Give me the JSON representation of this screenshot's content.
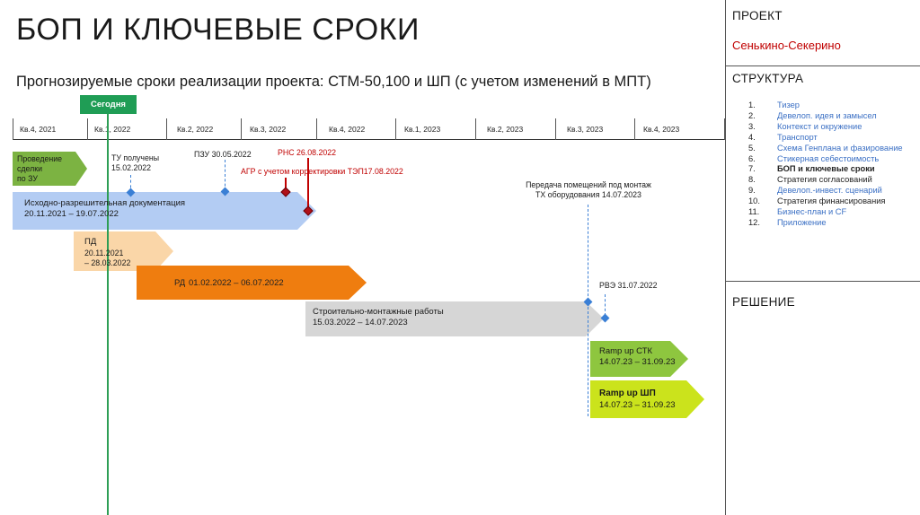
{
  "title": "БОП И КЛЮЧЕВЫЕ СРОКИ",
  "subtitle": "Прогнозируемые сроки реализации проекта: СТМ-50,100 и ШП (с учетом изменений в МПТ)",
  "side": {
    "project_heading": "ПРОЕКТ",
    "project_name": "Сенькино-Секерино",
    "structure_heading": "СТРУКТУРА",
    "items": [
      {
        "num": "1.",
        "label": "Тизер"
      },
      {
        "num": "2.",
        "label": "Девелоп. идея и замысел"
      },
      {
        "num": "3.",
        "label": "Контекст и окружение"
      },
      {
        "num": "4.",
        "label": "Транспорт"
      },
      {
        "num": "5.",
        "label": "Схема Генплана и фазирование"
      },
      {
        "num": "6.",
        "label": "Стикерная себестоимость"
      },
      {
        "num": "7.",
        "label": "БОП и ключевые сроки"
      },
      {
        "num": "8.",
        "label": "Стратегия согласований"
      },
      {
        "num": "9.",
        "label": "Девелоп.-инвест. сценарий"
      },
      {
        "num": "10.",
        "label": "Стратегия финансирования"
      },
      {
        "num": "11.",
        "label": "Бизнес-план и CF"
      },
      {
        "num": "12.",
        "label": "Приложение"
      }
    ],
    "decision_heading": "РЕШЕНИЕ"
  },
  "timeline": {
    "today": "Сегодня",
    "quarters": [
      "Кв.4, 2021",
      "Кв.1, 2022",
      "Кв.2, 2022",
      "Кв.3, 2022",
      "Кв.4, 2022",
      "Кв.1, 2023",
      "Кв.2, 2023",
      "Кв.3, 2023",
      "Кв.4, 2023"
    ]
  },
  "milestones": {
    "tu": "ТУ получены\n15.02.2022",
    "pzu": "ПЗУ 30.05.2022",
    "rns": "РНС 26.08.2022",
    "agr": "АГР с учетом корректировки ТЭП17.08.2022",
    "handover": "Передача помещений под монтаж\nТХ оборудования 14.07.2023",
    "rve": "РВЭ 31.07.2022"
  },
  "bars": {
    "zu": "Проведение\nсделки\nпо ЗУ",
    "ird_title": "Исходно-разрешительная документация",
    "ird_dates": "20.11.2021 – 19.07.2022",
    "pd_title": "ПД",
    "pd_dates": "20.11.2021\n– 28.03.2022",
    "rd_title": "РД",
    "rd_dates": "01.02.2022 – 06.07.2022",
    "smr_title": "Строительно-монтажные работы",
    "smr_dates": "15.03.2022 – 14.07.2023",
    "ramp_stk_title": "Ramp up СТК",
    "ramp_stk_dates": "14.07.23 – 31.09.23",
    "ramp_shp_title": "Ramp up ШП",
    "ramp_shp_dates": "14.07.23 – 31.09.23"
  },
  "colors": {
    "ird": "#b3ccf3",
    "pd": "#fad6a8",
    "rd": "#ef7d0f",
    "smr": "#d6d6d6",
    "ramp_stk": "#8ec63f",
    "ramp_shp": "#cbe31c",
    "zu": "#7cb342",
    "today": "#1f9d55",
    "milestone_red": "#c00000",
    "milestone_blue": "#3a7fd5"
  }
}
